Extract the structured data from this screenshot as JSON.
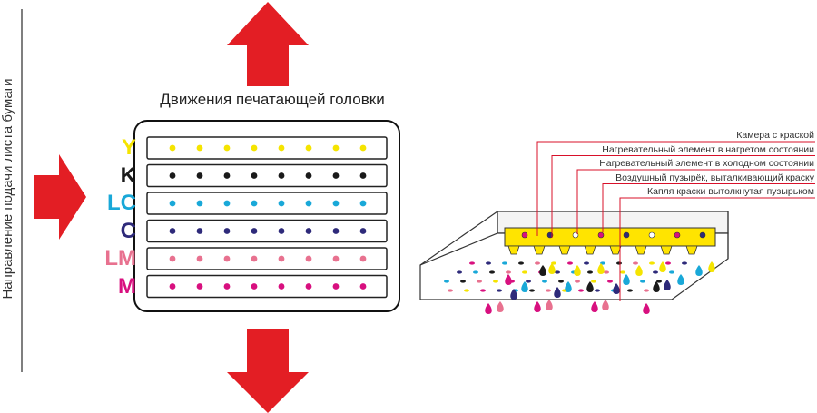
{
  "labels": {
    "paper_feed": "Направление подачи листа бумаги",
    "head_movement": "Движения печатающей головки"
  },
  "channels": [
    {
      "code": "Y",
      "color": "#f5e400"
    },
    {
      "code": "K",
      "color": "#1a1a1a"
    },
    {
      "code": "LC",
      "color": "#19a8d8"
    },
    {
      "code": "C",
      "color": "#2e2a7a"
    },
    {
      "code": "LM",
      "color": "#e8718f"
    },
    {
      "code": "M",
      "color": "#d8107f"
    }
  ],
  "callouts": [
    "Камера с краской",
    "Нагревательный элемент в нагретом состоянии",
    "Нагревательный элемент в холодном состоянии",
    "Воздушный пузырёк, выталкивающий краску",
    "Капля краски вытолкнутая пузырьком"
  ],
  "colors": {
    "arrow": "#e31e24",
    "ink_chamber": "#ffe400",
    "callout_line": "#d8102a"
  }
}
